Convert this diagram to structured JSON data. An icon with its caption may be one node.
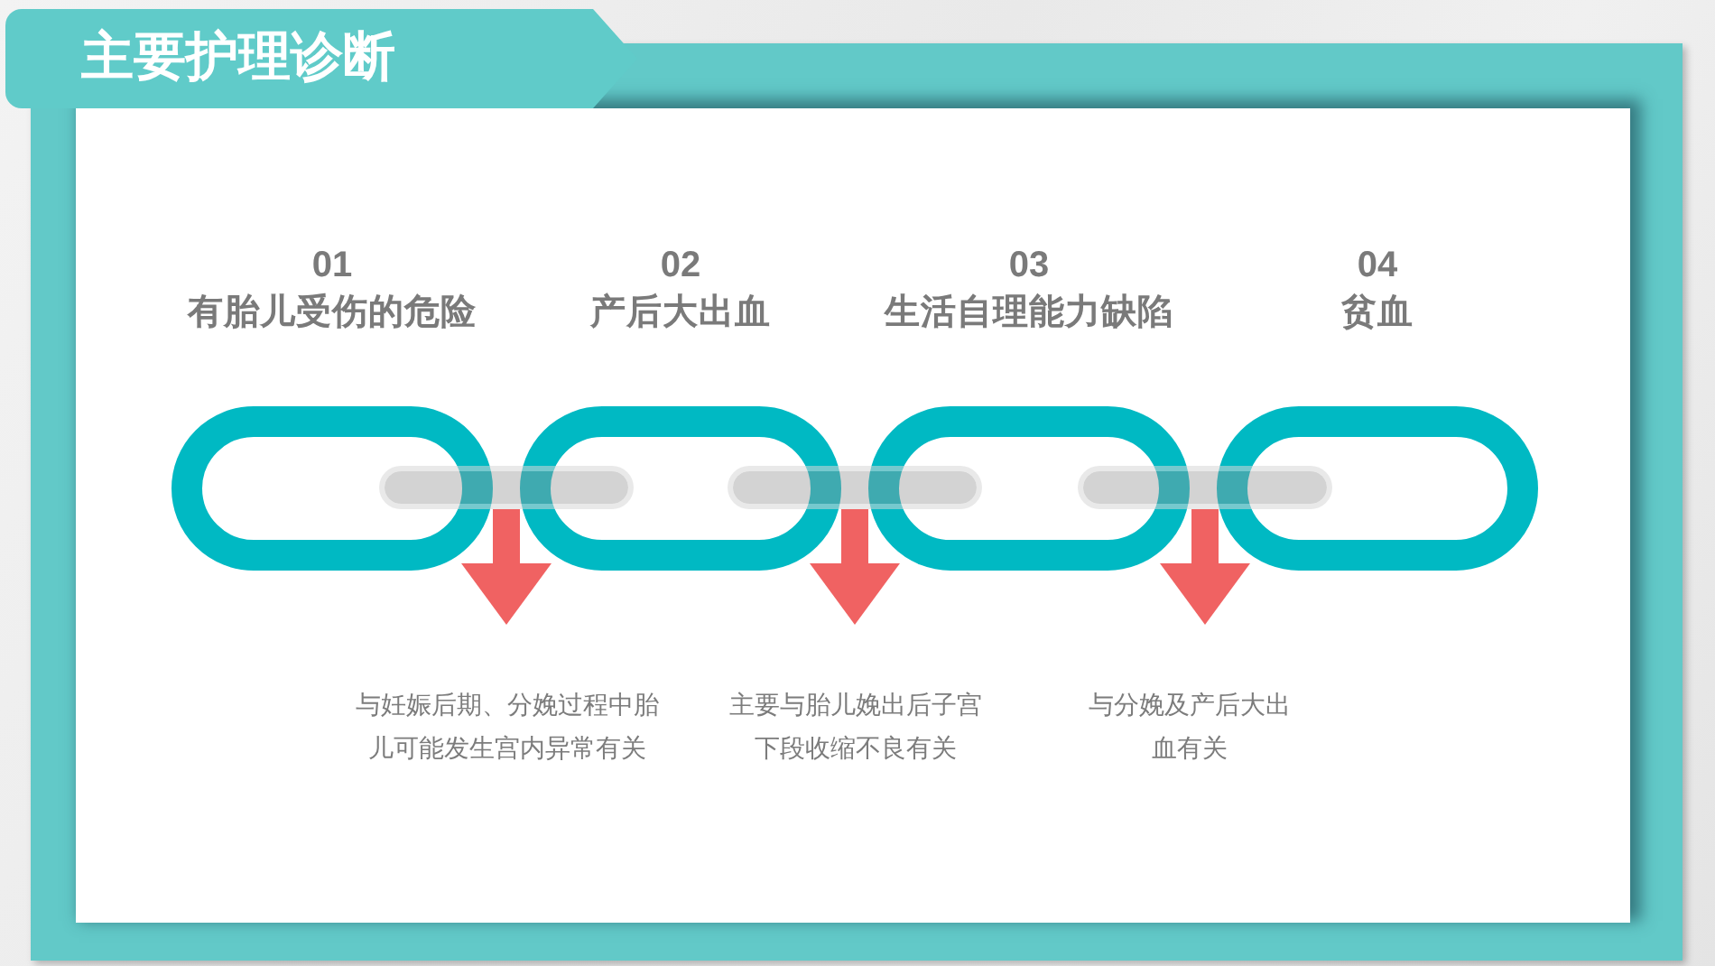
{
  "diagram": {
    "title": "主要护理诊断",
    "nodes": [
      {
        "text": [
          "01",
          "有胎儿受伤的危险"
        ]
      },
      {
        "text": [
          "02",
          "产后大出血"
        ]
      },
      {
        "text": [
          "03",
          "生活自理能力缺陷"
        ]
      },
      {
        "text": [
          "04",
          "贫血"
        ]
      },
      {
        "text": [],
        "shape": "bar"
      },
      {
        "text": [],
        "shape": "bar"
      },
      {
        "text": [],
        "shape": "bar"
      },
      {
        "text": [
          "与妊娠后期、分娩过程中胎儿可能发生宫内异常有关"
        ]
      },
      {
        "text": [
          "主要与胎儿娩出后子宫下段收缩不良有关"
        ]
      },
      {
        "text": [
          "与分娩及产后大出血有关"
        ]
      }
    ],
    "edges": [
      {
        "from": 4,
        "to": 7,
        "arrow": "to"
      },
      {
        "from": 5,
        "to": 8,
        "arrow": "to"
      },
      {
        "from": 6,
        "to": 9,
        "arrow": "to"
      }
    ]
  }
}
